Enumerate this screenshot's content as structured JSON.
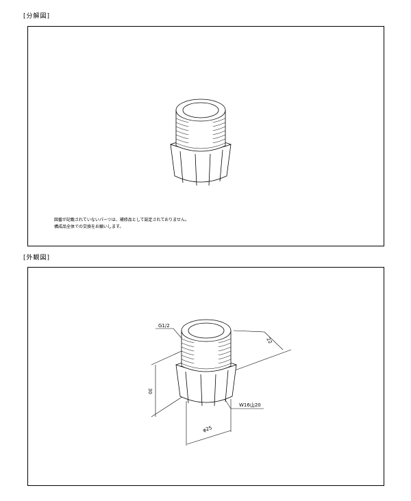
{
  "sections": {
    "exploded": {
      "label": "[分解図]"
    },
    "exterior": {
      "label": "[外観図]"
    }
  },
  "note": {
    "line1": "図番が記載されていないパーツは、補修品として設定されておりません。",
    "line2": "構成品全体での交換をお願いします。"
  },
  "dimensions": {
    "thread_top": "G1/2",
    "width_across_flats": "22",
    "height": "30",
    "outer_diameter": "φ25",
    "thread_bottom": "W16山20"
  }
}
